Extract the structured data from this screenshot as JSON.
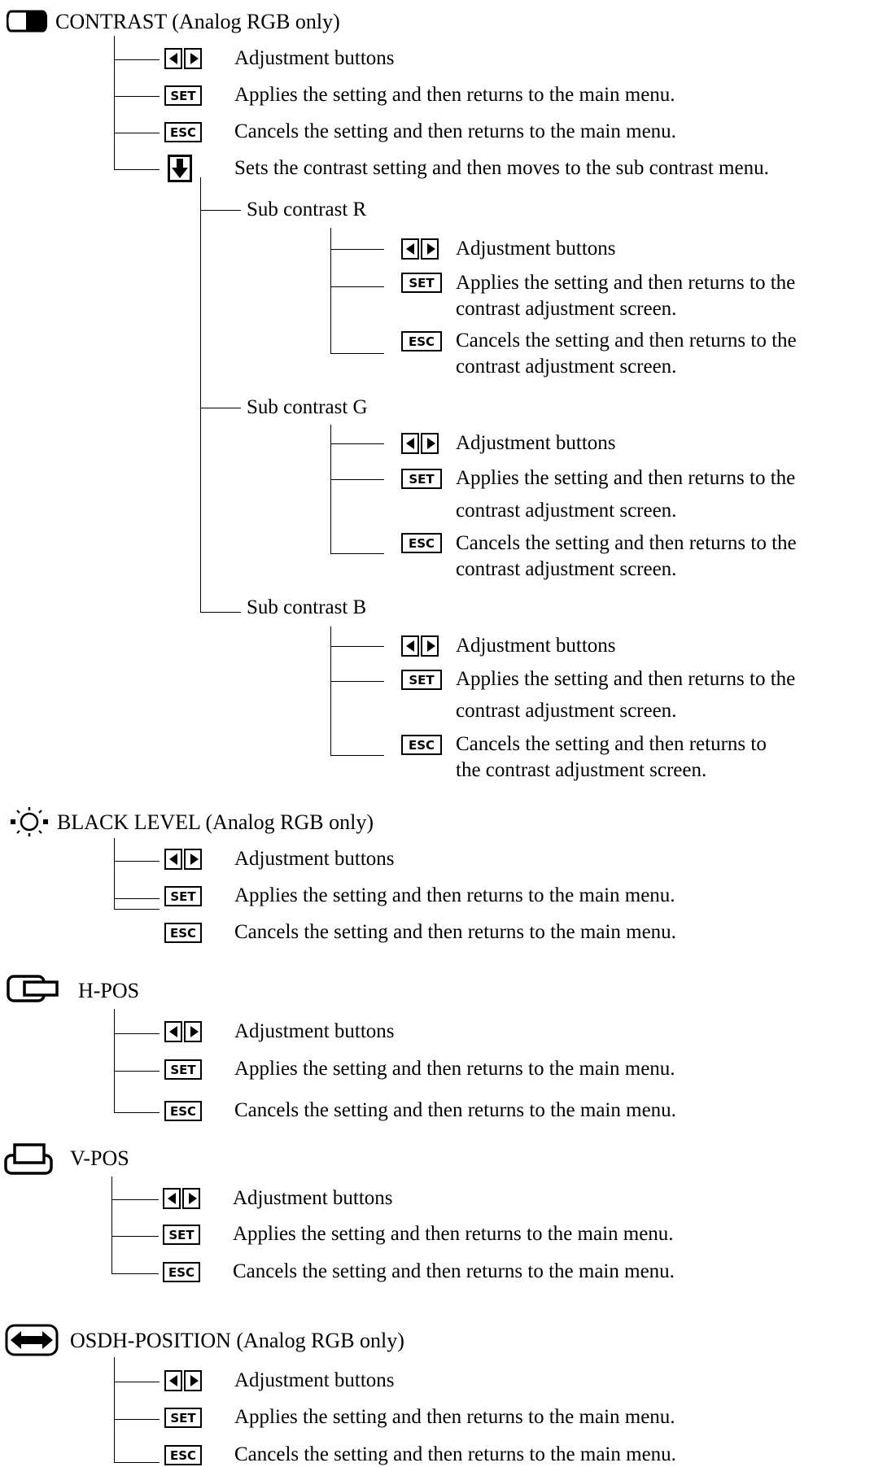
{
  "icons": {
    "contrast": "contrast-icon",
    "black_level": "brightness-icon",
    "h_pos": "horizontal-position-icon",
    "v_pos": "vertical-position-icon",
    "osd": "osd-horizontal-position-icon",
    "down": "down-arrow-icon",
    "adjust": "left-right-arrow-buttons-icon"
  },
  "keys": {
    "set": "SET",
    "esc": "ESC"
  },
  "contrast": {
    "title": "CONTRAST (Analog RGB only)",
    "adjust": "Adjustment buttons",
    "set": "Applies the setting and then returns to the main menu.",
    "esc": "Cancels the setting and then returns to the main menu.",
    "down": "Sets the contrast setting and then moves to the sub contrast menu.",
    "sub_r": {
      "title": "Sub contrast R",
      "adjust": "Adjustment buttons",
      "set_1": "Applies the setting and then returns to the",
      "set_2": "contrast adjustment screen.",
      "esc_1": "Cancels the setting and then returns to the",
      "esc_2": "contrast adjustment screen."
    },
    "sub_g": {
      "title": "Sub contrast G",
      "adjust": "Adjustment buttons",
      "set_1": "Applies the setting and then returns to the",
      "set_2": "contrast adjustment screen.",
      "esc_1": "Cancels the setting and then returns to the",
      "esc_2": "contrast adjustment screen."
    },
    "sub_b": {
      "title": "Sub contrast B",
      "adjust": "Adjustment buttons",
      "set_1": "Applies the setting and then returns to the",
      "set_2": "contrast adjustment screen.",
      "esc_1": "Cancels the setting and then returns to",
      "esc_2": "the contrast adjustment screen."
    }
  },
  "black_level": {
    "title": "BLACK LEVEL (Analog RGB only)",
    "adjust": "Adjustment buttons",
    "set": "Applies the setting and then returns to the main menu.",
    "esc": "Cancels the setting and then returns to the main menu."
  },
  "h_pos": {
    "title": "H-POS",
    "adjust": "Adjustment buttons",
    "set": "Applies the setting and then returns to the main menu.",
    "esc": "Cancels the setting and then returns to the main menu."
  },
  "v_pos": {
    "title": "V-POS",
    "adjust": "Adjustment buttons",
    "set": "Applies the setting and then returns to the main menu.",
    "esc": "Cancels the setting and then returns to the main menu."
  },
  "osd": {
    "title": "OSDH-POSITION (Analog RGB only)",
    "adjust": "Adjustment buttons",
    "set": "Applies the setting and then returns to the main menu.",
    "esc": "Cancels the setting and then returns to the main menu."
  }
}
